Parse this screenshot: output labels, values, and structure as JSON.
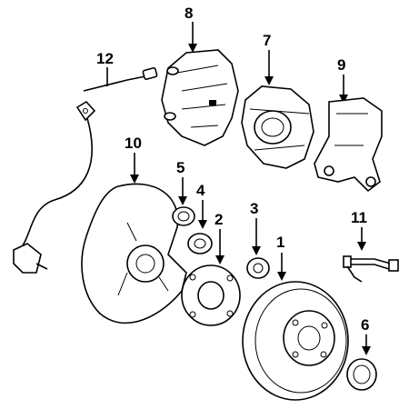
{
  "diagram": {
    "callouts": [
      {
        "id": "12",
        "label": "12"
      },
      {
        "id": "8",
        "label": "8"
      },
      {
        "id": "7",
        "label": "7"
      },
      {
        "id": "9",
        "label": "9"
      },
      {
        "id": "10",
        "label": "10"
      },
      {
        "id": "5",
        "label": "5"
      },
      {
        "id": "4",
        "label": "4"
      },
      {
        "id": "2",
        "label": "2"
      },
      {
        "id": "3",
        "label": "3"
      },
      {
        "id": "1",
        "label": "1"
      },
      {
        "id": "11",
        "label": "11"
      },
      {
        "id": "6",
        "label": "6"
      }
    ],
    "colors": {
      "ink": "#000000",
      "background": "#ffffff"
    }
  }
}
